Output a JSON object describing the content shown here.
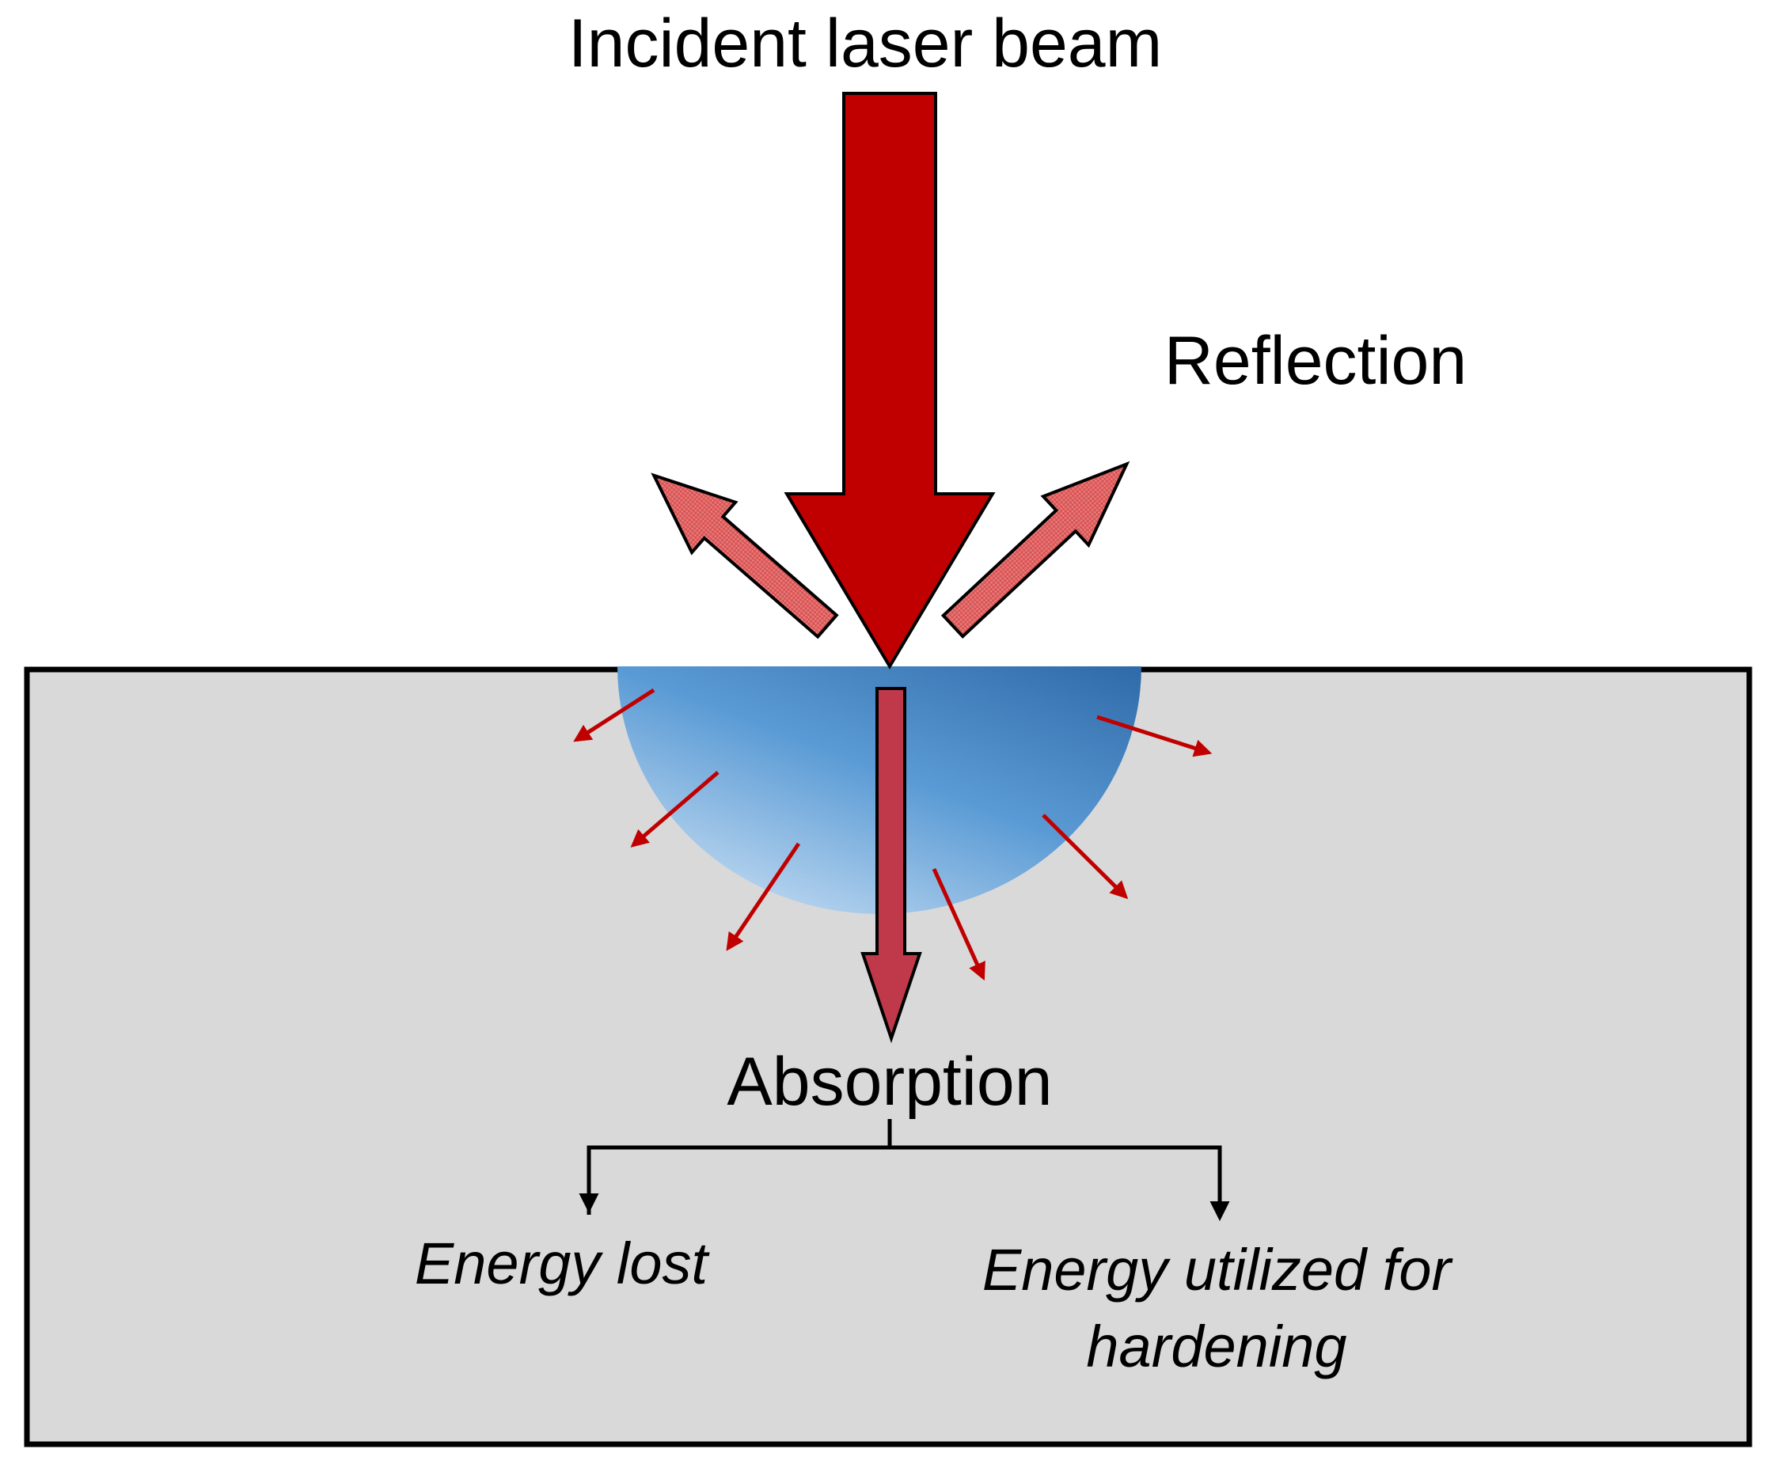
{
  "labels": {
    "incident": "Incident laser beam",
    "reflection": "Reflection",
    "absorption": "Absorption",
    "energy_lost": "Energy lost",
    "energy_utilized_line1": "Energy utilized for",
    "energy_utilized_line2": "hardening"
  },
  "colors": {
    "incident_beam": "#c00000",
    "reflected_beam": "#e06060",
    "absorbed_beam": "#c0394b",
    "heat_arrows": "#c00000",
    "substrate": "#d9d9d9",
    "heated_zone_dark": "#2f6aa8",
    "heated_zone_light": "#c4dcf2",
    "outline": "#000000"
  }
}
